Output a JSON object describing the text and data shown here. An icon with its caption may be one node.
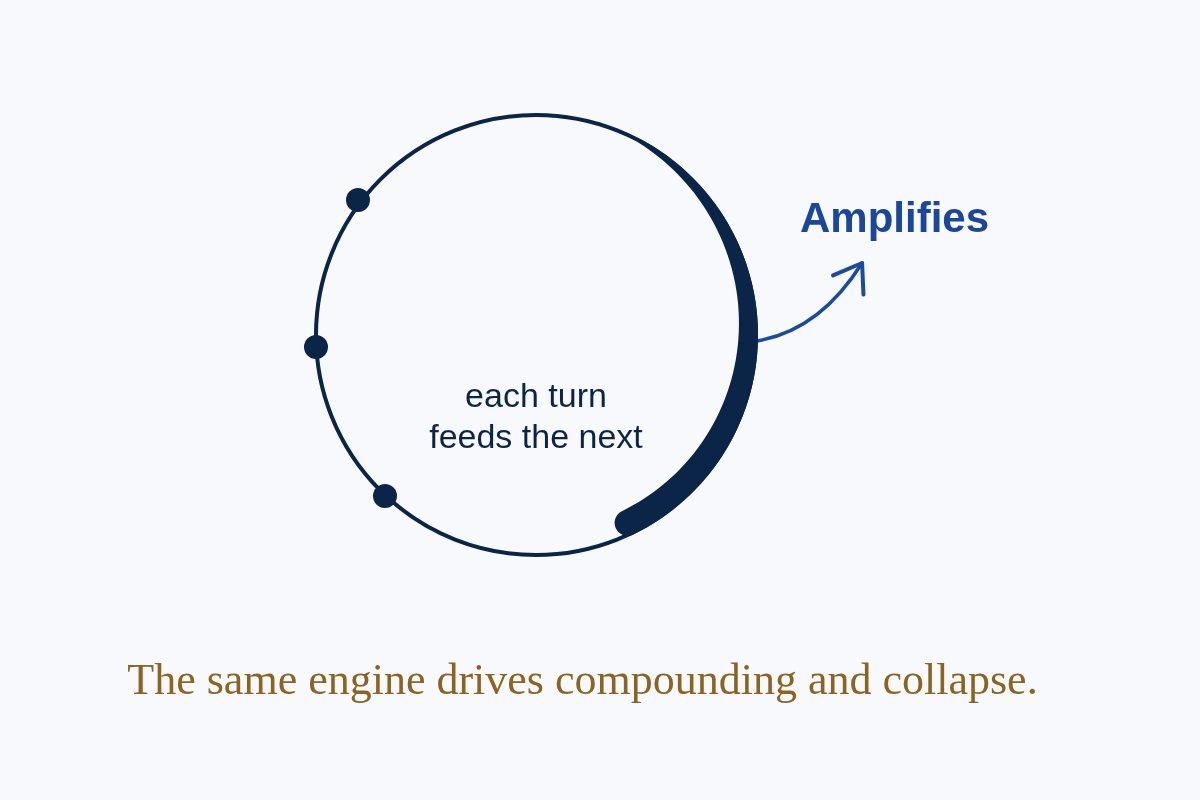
{
  "diagram": {
    "caption": "The same engine drives compounding and collapse.",
    "nodes": [
      {
        "text": [
          "each turn feeds the next"
        ]
      },
      {
        "text": [
          "Amplifies"
        ]
      }
    ],
    "edges": [
      {
        "from": 0,
        "to": 1,
        "arrow": "to"
      }
    ]
  }
}
